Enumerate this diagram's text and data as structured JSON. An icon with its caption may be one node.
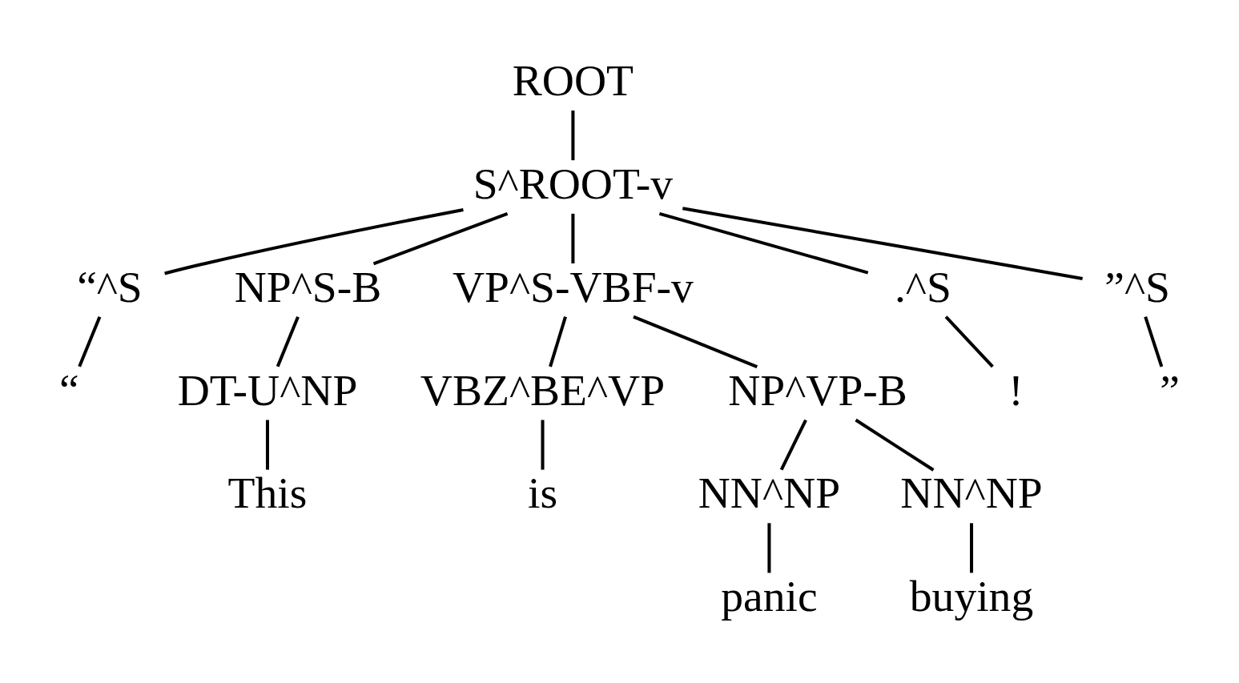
{
  "diagram": {
    "nodes": [
      {
        "text": [
          "ROOT"
        ]
      },
      {
        "text": [
          "S^ROOT-v"
        ]
      },
      {
        "text": [
          "“^S"
        ]
      },
      {
        "text": [
          "NP^S-B"
        ]
      },
      {
        "text": [
          "VP^S-VBF-v"
        ]
      },
      {
        "text": [
          ".^S"
        ]
      },
      {
        "text": [
          "”^S"
        ]
      },
      {
        "text": [
          "“"
        ]
      },
      {
        "text": [
          "DT-U^NP"
        ]
      },
      {
        "text": [
          "VBZ^BE^VP"
        ]
      },
      {
        "text": [
          "NP^VP-B"
        ]
      },
      {
        "text": [
          "!"
        ]
      },
      {
        "text": [
          "”"
        ]
      },
      {
        "text": [
          "This"
        ]
      },
      {
        "text": [
          "is"
        ]
      },
      {
        "text": [
          "NN^NP"
        ]
      },
      {
        "text": [
          "NN^NP"
        ]
      },
      {
        "text": [
          "panic"
        ]
      },
      {
        "text": [
          "buying"
        ]
      }
    ],
    "edges": [
      {
        "from": 0,
        "to": 1,
        "arrow": "none"
      },
      {
        "from": 1,
        "to": 2,
        "arrow": "none"
      },
      {
        "from": 1,
        "to": 3,
        "arrow": "none"
      },
      {
        "from": 1,
        "to": 4,
        "arrow": "none"
      },
      {
        "from": 1,
        "to": 5,
        "arrow": "none"
      },
      {
        "from": 1,
        "to": 6,
        "arrow": "none"
      },
      {
        "from": 2,
        "to": 7,
        "arrow": "none"
      },
      {
        "from": 3,
        "to": 8,
        "arrow": "none"
      },
      {
        "from": 4,
        "to": 9,
        "arrow": "none"
      },
      {
        "from": 4,
        "to": 10,
        "arrow": "none"
      },
      {
        "from": 5,
        "to": 11,
        "arrow": "none"
      },
      {
        "from": 6,
        "to": 12,
        "arrow": "none"
      },
      {
        "from": 8,
        "to": 13,
        "arrow": "none"
      },
      {
        "from": 9,
        "to": 14,
        "arrow": "none"
      },
      {
        "from": 10,
        "to": 15,
        "arrow": "none"
      },
      {
        "from": 10,
        "to": 16,
        "arrow": "none"
      },
      {
        "from": 15,
        "to": 17,
        "arrow": "none"
      },
      {
        "from": 16,
        "to": 18,
        "arrow": "none"
      }
    ]
  }
}
